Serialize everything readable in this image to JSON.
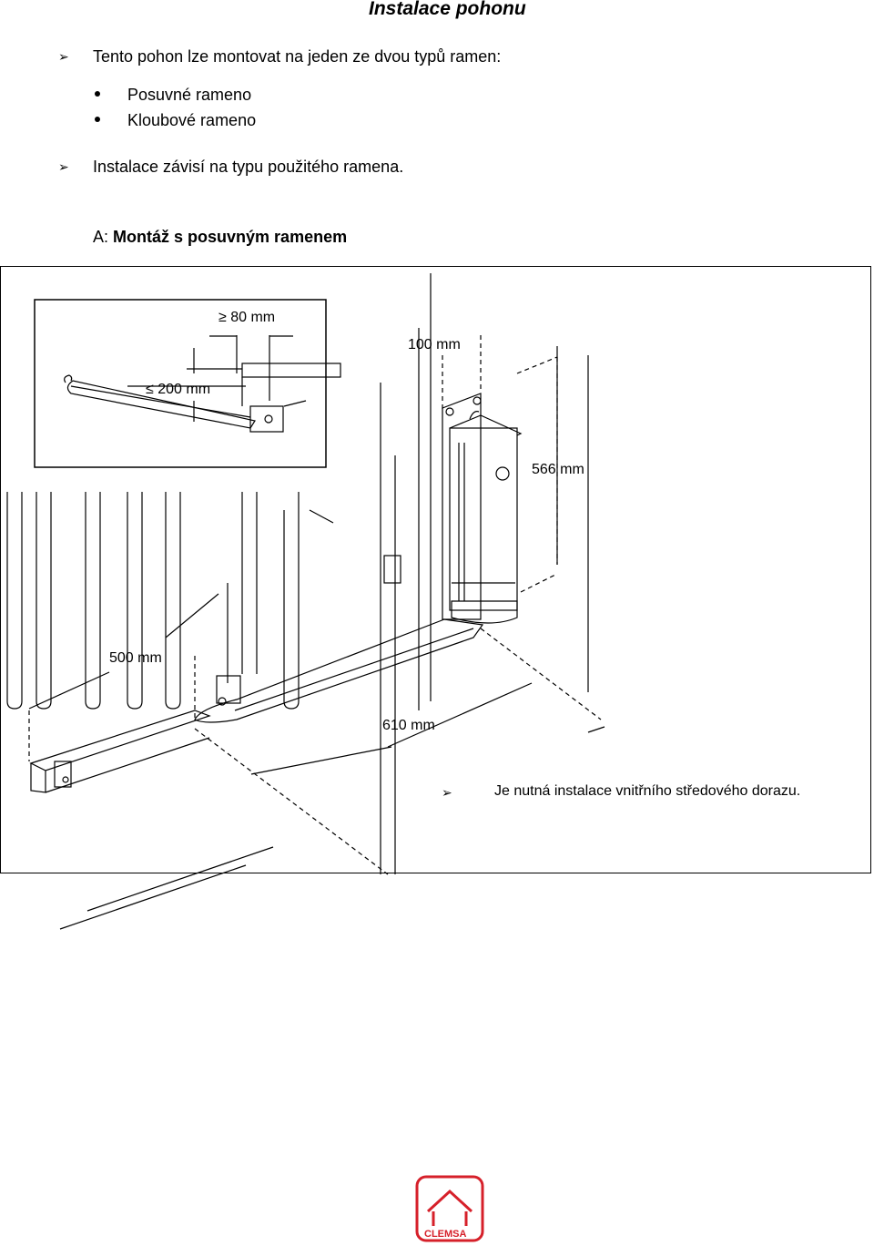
{
  "document": {
    "title": "Instalace pohonu",
    "intro": "Tento pohon lze montovat na jeden ze dvou typů ramen:",
    "arm_types": [
      "Posuvné rameno",
      "Kloubové rameno"
    ],
    "dependency": "Instalace závisí na typu použitého ramena.",
    "section_prefix": "A:",
    "section_title": "Montáž s posuvným ramenem",
    "note": "Je nutná instalace vnitřního středového dorazu."
  },
  "diagram": {
    "dim_min_80": "≥ 80 mm",
    "dim_max_200": "≤ 200 mm",
    "dim_100": "100 mm",
    "dim_566": "566 mm",
    "dim_500": "500 mm",
    "dim_610": "610 mm"
  },
  "logo": {
    "text": "CLEMSA",
    "color": "#d6202a"
  }
}
